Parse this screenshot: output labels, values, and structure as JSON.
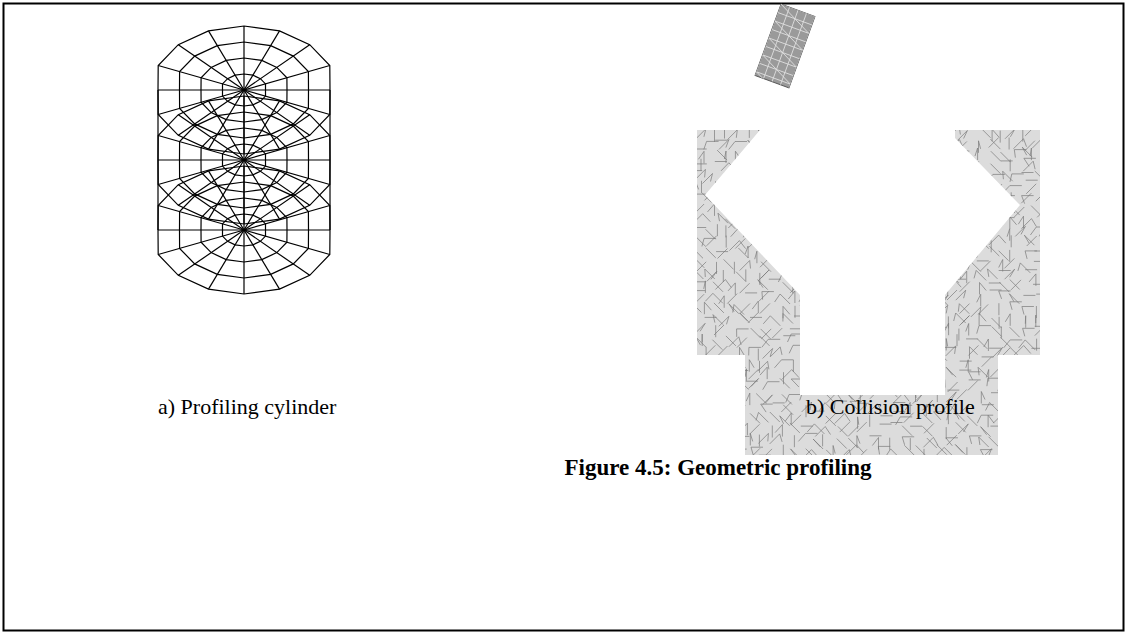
{
  "diagram": {
    "caption": "Figure 4.5: Geometric profiling",
    "labels": [
      "a) Profiling cylinder",
      "b) Collision profile"
    ]
  }
}
